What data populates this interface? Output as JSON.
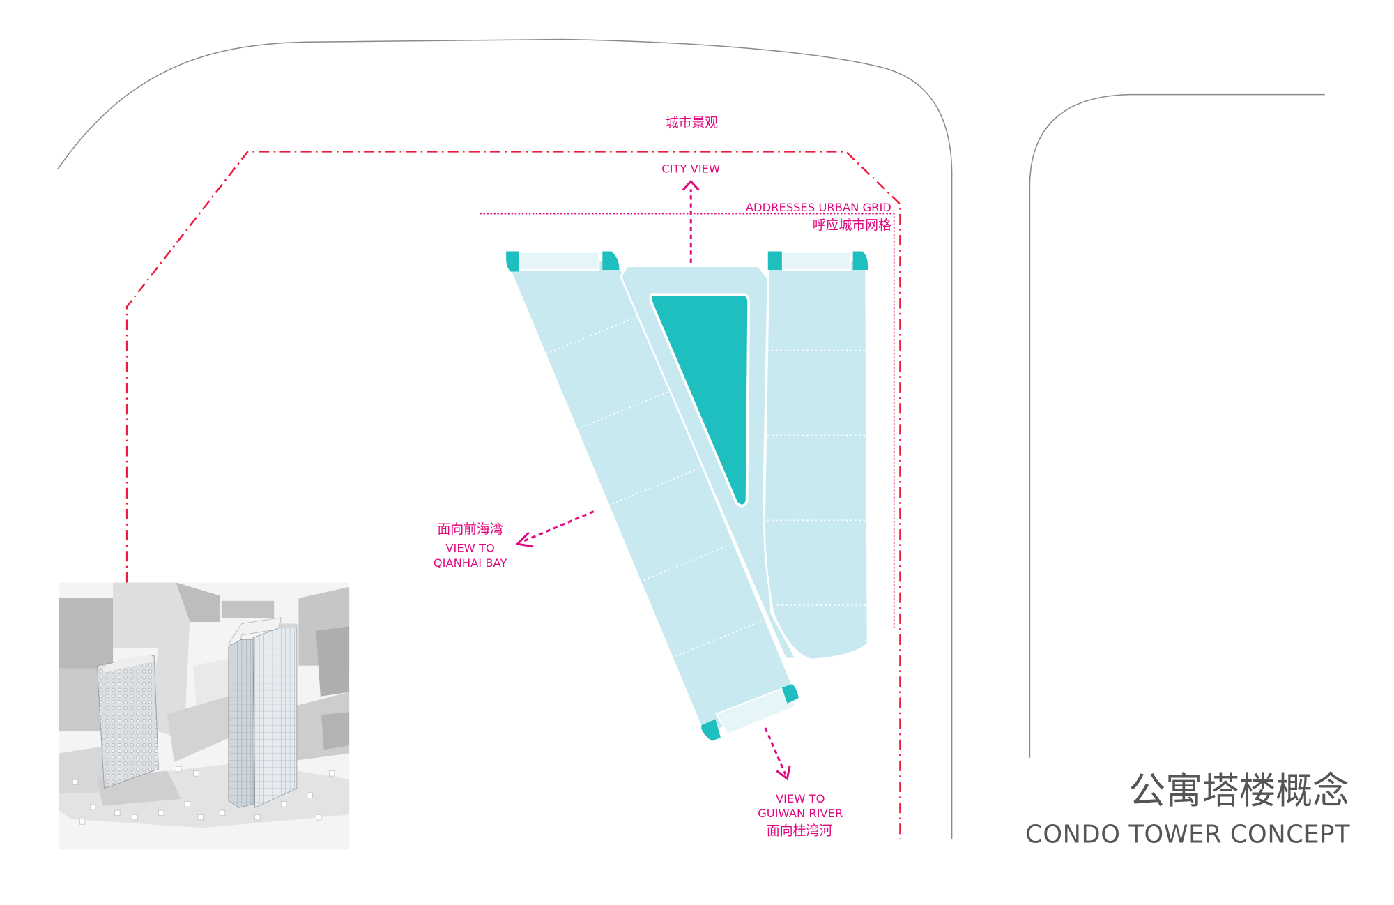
{
  "labels": {
    "city_view_cn": "城市景观",
    "city_view_en": "CITY VIEW",
    "urban_grid_en": "ADDRESSES URBAN GRID",
    "urban_grid_cn": "呼应城市网格",
    "qianhai_cn": "面向前海湾",
    "qianhai_en_1": "VIEW TO",
    "qianhai_en_2": "QIANHAI BAY",
    "guiwan_en_1": "VIEW TO",
    "guiwan_en_2": "GUIWAN RIVER",
    "guiwan_cn": "面向桂湾河"
  },
  "title": {
    "cn": "公寓塔楼概念",
    "en": "CONDO TOWER CONCEPT"
  },
  "colors": {
    "accent_magenta": "#e0087e",
    "boundary_red": "#ee1c3c",
    "tower_fill": "#c8e9ef",
    "courtyard_teal": "#1fbfc0",
    "road_line": "#8a8a8a",
    "title_gray": "#555555"
  }
}
